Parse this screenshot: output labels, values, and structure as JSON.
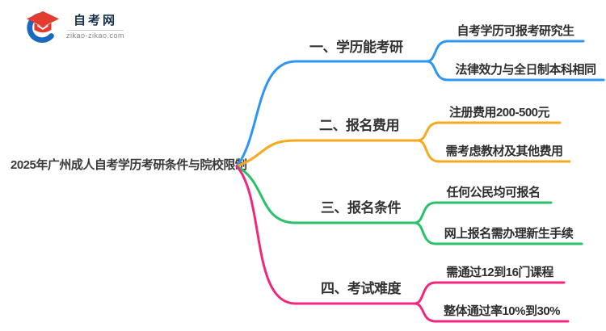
{
  "logo": {
    "site_name": "自考网",
    "site_url": "zikao-zikao.com"
  },
  "root": {
    "title": "2025年广州成人自考学历考研条件与院校限制"
  },
  "branches": [
    {
      "label": "一、学历能考研",
      "color": "#2e95f2",
      "children": [
        "自考学历可报考研究生",
        "法律效力与全日制本科相同"
      ]
    },
    {
      "label": "二、报名费用",
      "color": "#f7a81c",
      "children": [
        "注册费用200-500元",
        "需考虑教材及其他费用"
      ]
    },
    {
      "label": "三、报名条件",
      "color": "#27c268",
      "children": [
        "任何公民均可报名",
        "网上报名需办理新生手续"
      ]
    },
    {
      "label": "四、考试难度",
      "color": "#f1267c",
      "children": [
        "需通过12到16门课程",
        "整体通过率10%到30%"
      ]
    }
  ]
}
